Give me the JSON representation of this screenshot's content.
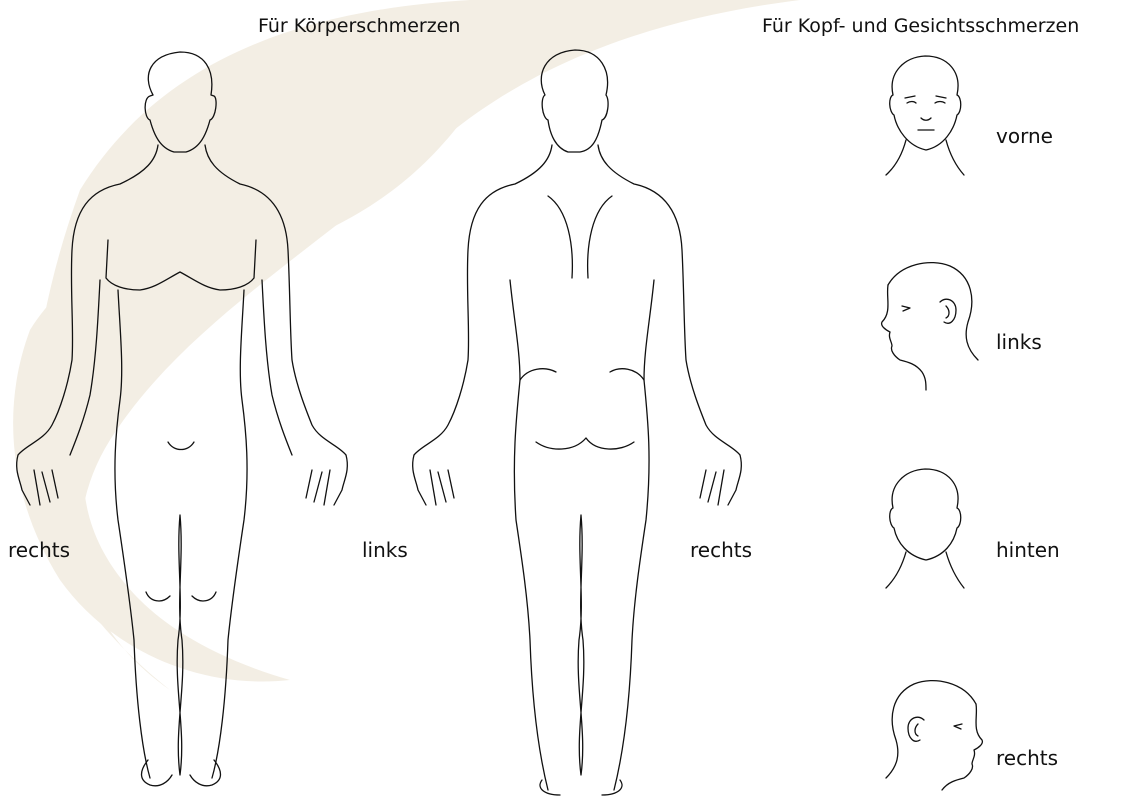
{
  "headings": {
    "body": "Für Körperschmerzen",
    "head": "Für Kopf- und Gesichtsschmerzen"
  },
  "body_labels": {
    "front_right": "rechts",
    "front_left": "links",
    "back_right": "rechts"
  },
  "head_labels": {
    "front": "vorne",
    "left": "links",
    "back": "hinten",
    "right": "rechts"
  },
  "colors": {
    "watermark": "#f3eee4",
    "stroke": "#111111"
  },
  "icons": [
    "body-front-icon",
    "body-back-icon",
    "head-front-icon",
    "head-left-profile-icon",
    "head-back-icon",
    "head-right-profile-icon"
  ]
}
